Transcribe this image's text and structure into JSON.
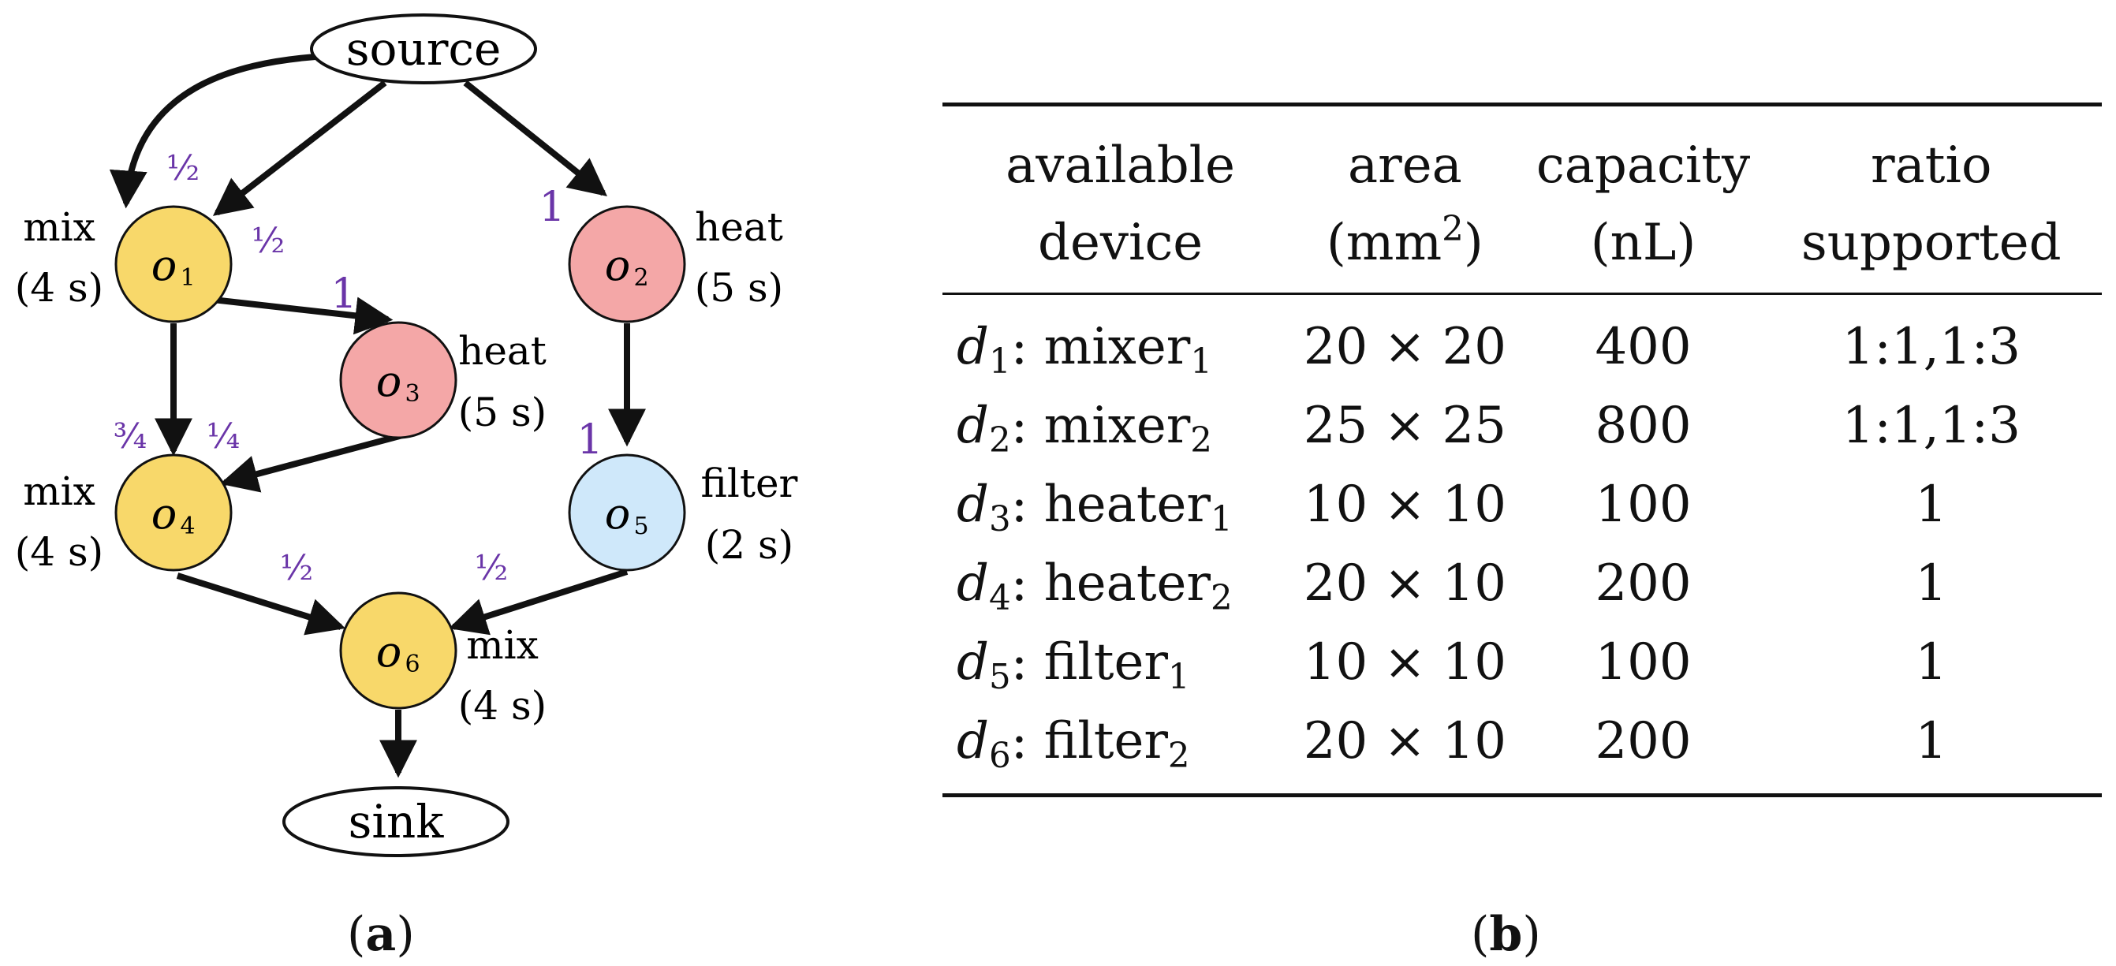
{
  "panel_a": {
    "terminals": {
      "source": "source",
      "sink": "sink"
    },
    "nodes": [
      {
        "id": "o1",
        "sym": "o",
        "sub": "1",
        "type": "mix",
        "time": "(4 s)",
        "color": "#f8d86a"
      },
      {
        "id": "o2",
        "sym": "o",
        "sub": "2",
        "type": "heat",
        "time": "(5 s)",
        "color": "#f4a7a7"
      },
      {
        "id": "o3",
        "sym": "o",
        "sub": "3",
        "type": "heat",
        "time": "(5 s)",
        "color": "#f4a7a7"
      },
      {
        "id": "o4",
        "sym": "o",
        "sub": "4",
        "type": "mix",
        "time": "(4 s)",
        "color": "#f8d86a"
      },
      {
        "id": "o5",
        "sym": "o",
        "sub": "5",
        "type": "filter",
        "time": "(2 s)",
        "color": "#cfe8fa"
      },
      {
        "id": "o6",
        "sym": "o",
        "sub": "6",
        "type": "mix",
        "time": "(4 s)",
        "color": "#f8d86a"
      }
    ],
    "ratios": {
      "source_o1_a": "½",
      "source_o1_b": "½",
      "source_o2": "1",
      "o1_o3": "1",
      "o1_o4": "¾",
      "o3_o4": "¼",
      "o2_o5": "1",
      "o4_o6": "½",
      "o5_o6": "½"
    },
    "caption": "a"
  },
  "panel_b": {
    "headers": {
      "device": [
        "available",
        "device"
      ],
      "area": [
        "area",
        "(mm",
        "2",
        ")"
      ],
      "capacity": [
        "capacity",
        "(nL)"
      ],
      "ratio": [
        "ratio",
        "supported"
      ]
    },
    "rows": [
      {
        "sym": "d",
        "idx": "1",
        "name": "mixer",
        "name_sub": "1",
        "area": "20 × 20",
        "capacity": "400",
        "ratio": "1:1,1:3"
      },
      {
        "sym": "d",
        "idx": "2",
        "name": "mixer",
        "name_sub": "2",
        "area": "25 × 25",
        "capacity": "800",
        "ratio": "1:1,1:3"
      },
      {
        "sym": "d",
        "idx": "3",
        "name": "heater",
        "name_sub": "1",
        "area": "10 × 10",
        "capacity": "100",
        "ratio": "1"
      },
      {
        "sym": "d",
        "idx": "4",
        "name": "heater",
        "name_sub": "2",
        "area": "20 × 10",
        "capacity": "200",
        "ratio": "1"
      },
      {
        "sym": "d",
        "idx": "5",
        "name": "filter",
        "name_sub": "1",
        "area": "10 × 10",
        "capacity": "100",
        "ratio": "1"
      },
      {
        "sym": "d",
        "idx": "6",
        "name": "filter",
        "name_sub": "2",
        "area": "20 × 10",
        "capacity": "200",
        "ratio": "1"
      }
    ],
    "caption": "b"
  },
  "colors": {
    "ratio_label": "#6a35a8",
    "edge": "#111111"
  }
}
